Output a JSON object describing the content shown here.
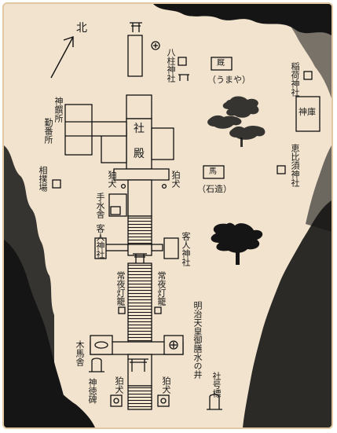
{
  "north": "北",
  "labels": {
    "yatsuhashi": "八柱神社",
    "umaya_box": "厩",
    "umaya_caption": "（うまや）",
    "inari": "稲荷神社",
    "shinko": "神庫",
    "kagura": "神饌所",
    "kinbansho": "勤番所",
    "shaden_1": "社",
    "shaden_2": "殿",
    "ebisu": "恵比須神社",
    "sumo": "相撲場",
    "uma_box": "馬",
    "uma_caption": "（石造）",
    "komainu_l1": "狛犬",
    "komainu_r1": "狛犬",
    "temizusha": "手水舎",
    "marodo_l": "客人神社",
    "marodo_r": "客人神社",
    "toro_l": "常夜灯籠",
    "toro_r": "常夜灯籠",
    "meiji_well": "明治天皇御膳水の井",
    "mokuba": "木馬舎",
    "shintoku": "神徳碑",
    "komainu_l2": "狛犬",
    "komainu_r2": "狛犬",
    "shago": "社号標"
  }
}
